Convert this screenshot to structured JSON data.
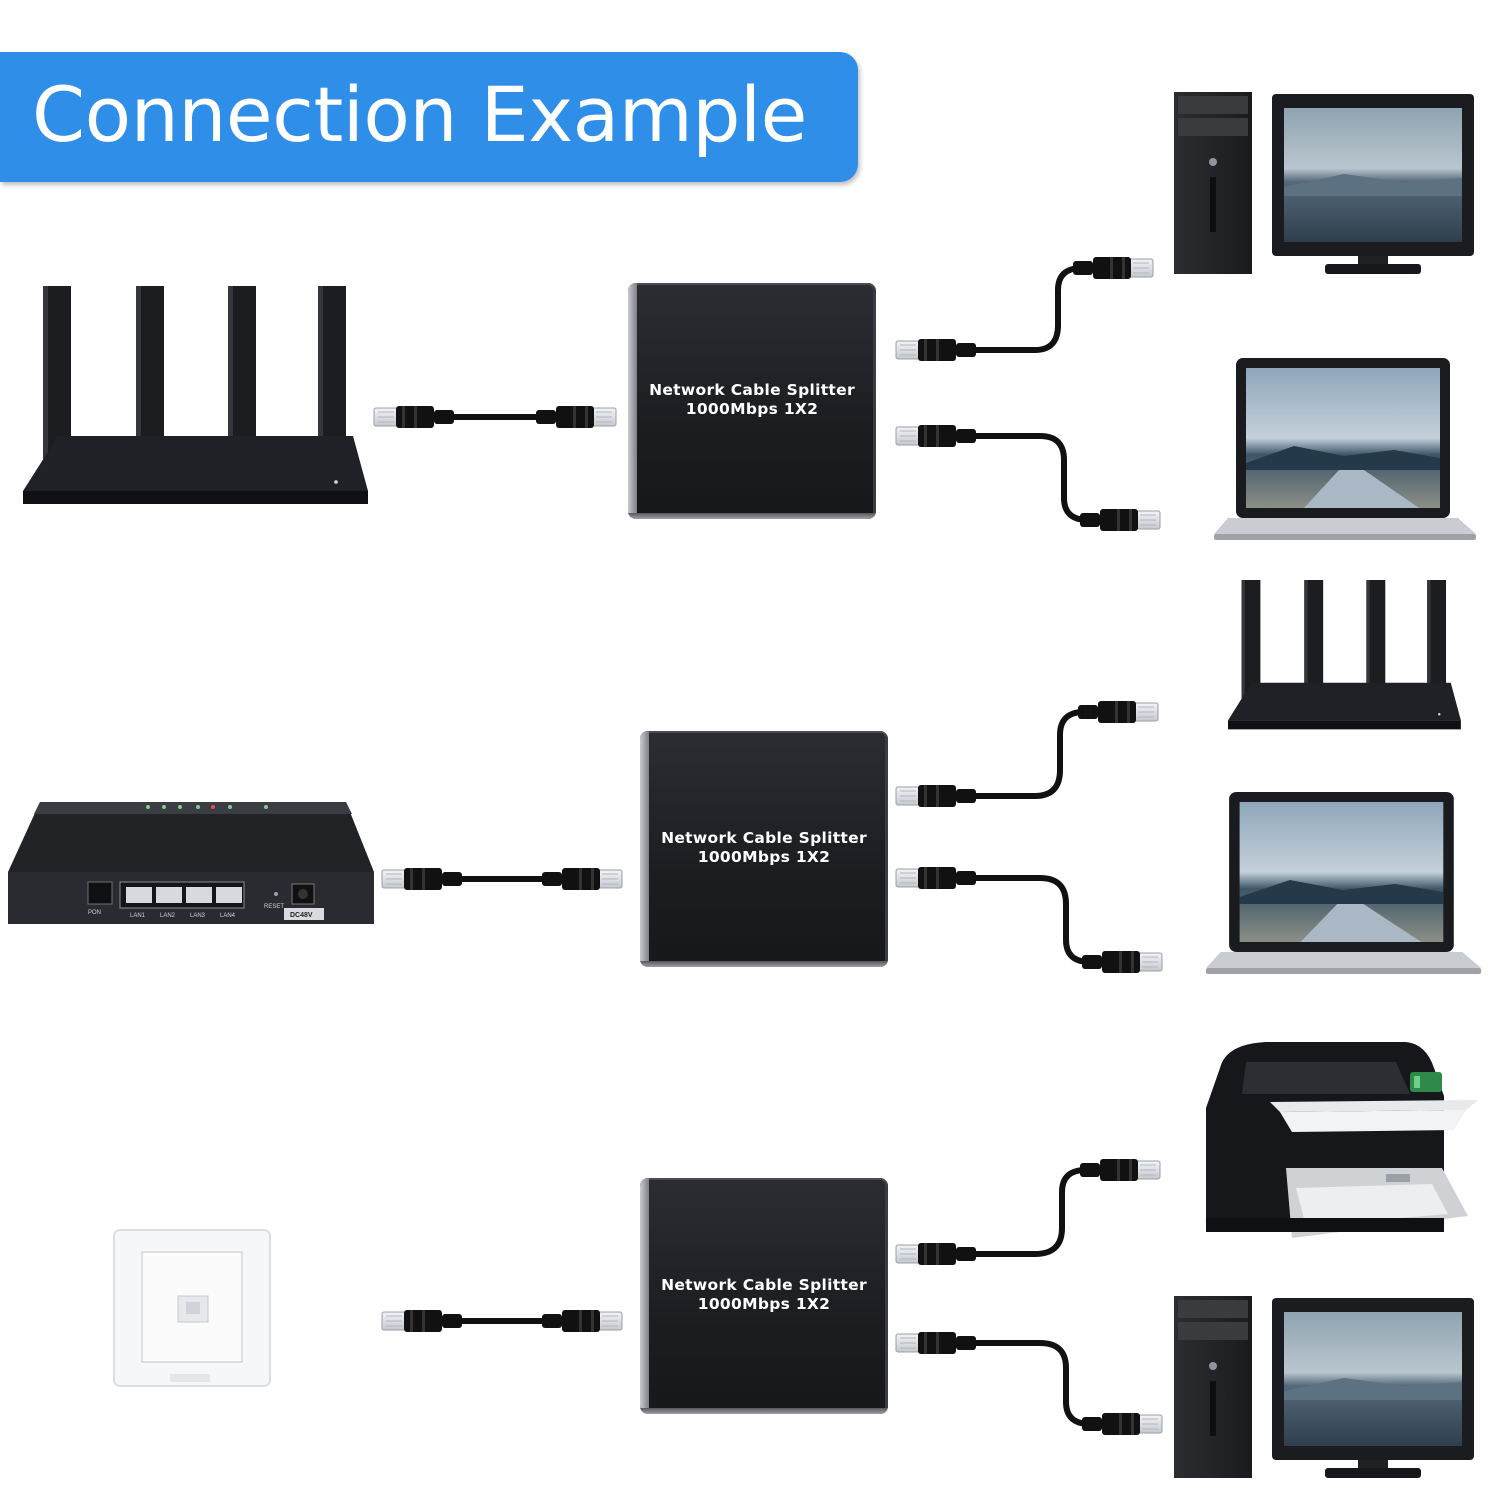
{
  "header": {
    "title": "Connection Example"
  },
  "splitter": {
    "line1": "Network Cable Splitter",
    "line2": "1000Mbps 1X2"
  },
  "colors": {
    "banner": "#2f8ee8",
    "splitter_body": "#1f2024",
    "cable": "#111111"
  },
  "rows": [
    {
      "source": "router",
      "outputs": [
        "desktop-computer",
        "laptop"
      ]
    },
    {
      "source": "onu-modem",
      "outputs": [
        "router",
        "laptop"
      ]
    },
    {
      "source": "wall-socket",
      "outputs": [
        "printer",
        "desktop-computer"
      ]
    }
  ],
  "modem": {
    "port_labels": [
      "PON",
      "LAN1",
      "LAN2",
      "LAN3",
      "LAN4",
      "RESET",
      "DC48V"
    ]
  }
}
